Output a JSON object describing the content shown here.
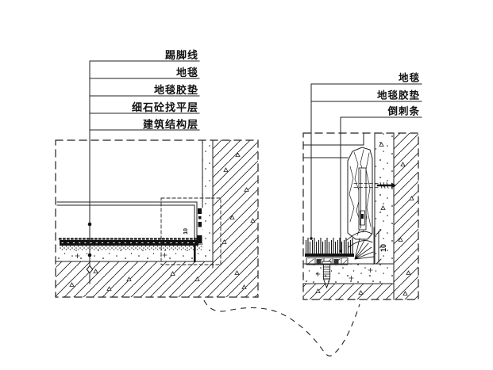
{
  "page": {
    "background_color": "#ffffff",
    "ink_color": "#1d1d1d"
  },
  "drawing": {
    "type": "construction-detail-cad",
    "left_detail": {
      "labels": [
        "踢脚线",
        "地毯",
        "地毯胶垫",
        "细石砼找平层",
        "建筑结构层"
      ],
      "dimension_text": "10"
    },
    "right_detail": {
      "labels": [
        "地毯",
        "地毯胶垫",
        "倒刺条"
      ],
      "dimension_text": "10"
    }
  }
}
